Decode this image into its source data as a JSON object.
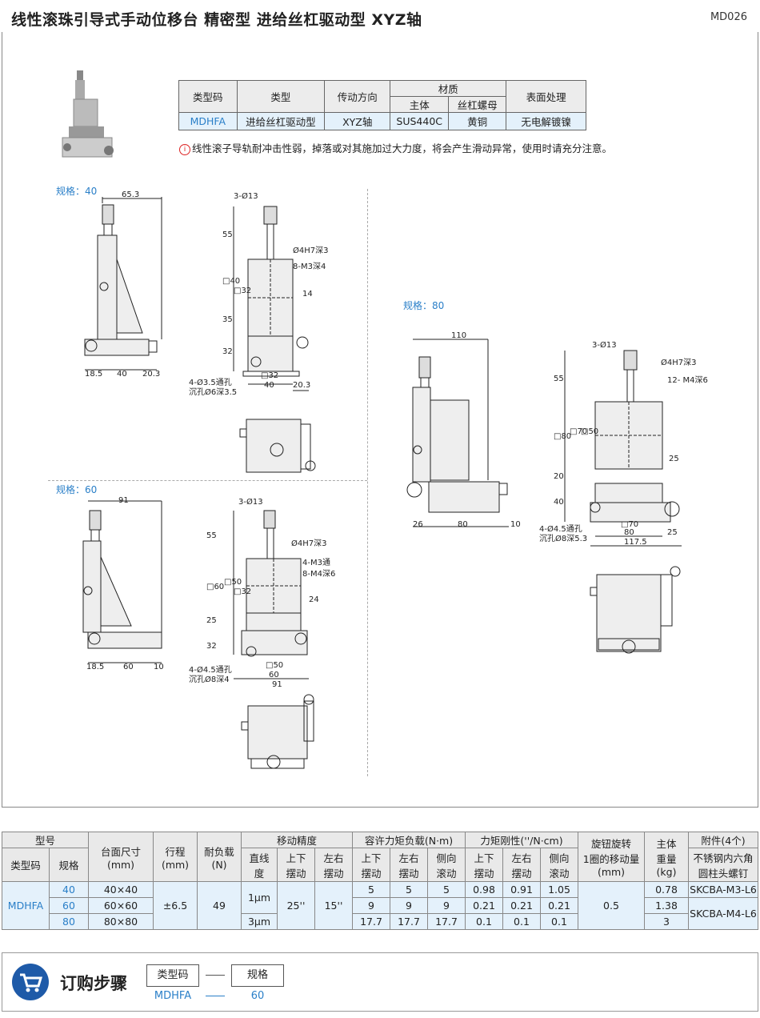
{
  "header": {
    "title": "线性滚珠引导式手动位移台  精密型  进给丝杠驱动型  XYZ轴",
    "code": "MD026"
  },
  "spec_table": {
    "headers": {
      "type_code": "类型码",
      "type": "类型",
      "direction": "传动方向",
      "material": "材质",
      "body": "主体",
      "screw": "丝杠螺母",
      "surface": "表面处理"
    },
    "row": {
      "type_code": "MDHFA",
      "type": "进给丝杠驱动型",
      "direction": "XYZ轴",
      "body": "SUS440C",
      "screw": "黄铜",
      "surface": "无电解镀镍"
    }
  },
  "warning": {
    "icon": "info-icon",
    "text": "线性滚子导轨耐冲击性弱，掉落或对其施加过大力度，将会产生滑动异常，使用时请充分注意。"
  },
  "drawings": {
    "spec40": {
      "label": "规格：40",
      "dims": [
        "65.3",
        "18.5",
        "40",
        "20.3",
        "3-Ø13",
        "55",
        "□40",
        "□32",
        "35",
        "32",
        "14",
        "Ø4H7深3",
        "8-M3深4",
        "4-Ø3.5通孔",
        "沉孔Ø6深3.5",
        "□32",
        "40",
        "20.3"
      ]
    },
    "spec60": {
      "label": "规格：60",
      "dims": [
        "91",
        "18.5",
        "60",
        "10",
        "3-Ø13",
        "55",
        "□60",
        "□50",
        "□32",
        "25",
        "32",
        "24",
        "Ø4H7深3",
        "4-M3通",
        "8-M4深6",
        "4-Ø4.5通孔",
        "沉孔Ø8深4",
        "□50",
        "60",
        "91"
      ]
    },
    "spec80": {
      "label": "规格：80",
      "dims": [
        "110",
        "26",
        "80",
        "10",
        "3-Ø13",
        "55",
        "□80",
        "□70",
        "□50",
        "20",
        "40",
        "25",
        "Ø4H7深3",
        "12- M4深6",
        "4-Ø4.5通孔",
        "沉孔Ø8深5.3",
        "□70",
        "80",
        "25",
        "117.5"
      ]
    }
  },
  "main_table": {
    "h": {
      "model": "型号",
      "type_code": "类型码",
      "spec": "规格",
      "table_size": "台面尺寸\n(mm)",
      "stroke": "行程\n(mm)",
      "load": "耐负载\n(N)",
      "accuracy": "移动精度",
      "straight": "直线\n度",
      "pitch": "上下\n摆动",
      "yaw": "左右\n摆动",
      "moment": "容许力矩负载(N·m)",
      "m_pitch": "上下\n摆动",
      "m_yaw": "左右\n摆动",
      "m_roll": "侧向\n滚动",
      "rigidity": "力矩刚性(''/N·cm)",
      "r_pitch": "上下\n摆动",
      "r_yaw": "左右\n摆动",
      "r_roll": "侧向\n滚动",
      "knob": "旋钮旋转\n1圈的移动量\n(mm)",
      "weight": "主体\n重量\n(kg)",
      "acc": "附件(4个)",
      "acc_sub": "不锈钢内六角\n圆柱头螺钉"
    },
    "type_code": "MDHFA",
    "stroke": "±6.5",
    "load": "49",
    "pitch": "25''",
    "yaw": "15''",
    "knob": "0.5",
    "straight_a": "1μm",
    "straight_b": "3μm",
    "acc_a": "SKCBA-M3-L6",
    "acc_b": "SKCBA-M4-L6",
    "rows": [
      {
        "spec": "40",
        "size": "40×40",
        "m1": "5",
        "m2": "5",
        "m3": "5",
        "r1": "0.98",
        "r2": "0.91",
        "r3": "1.05",
        "weight": "0.78"
      },
      {
        "spec": "60",
        "size": "60×60",
        "m1": "9",
        "m2": "9",
        "m3": "9",
        "r1": "0.21",
        "r2": "0.21",
        "r3": "0.21",
        "weight": "1.38"
      },
      {
        "spec": "80",
        "size": "80×80",
        "m1": "17.7",
        "m2": "17.7",
        "m3": "17.7",
        "r1": "0.1",
        "r2": "0.1",
        "r3": "0.1",
        "weight": "3"
      }
    ]
  },
  "order": {
    "icon": "cart-icon",
    "title": "订购步骤",
    "box1": "类型码",
    "box2": "规格",
    "val1": "MDHFA",
    "val2": "60"
  }
}
